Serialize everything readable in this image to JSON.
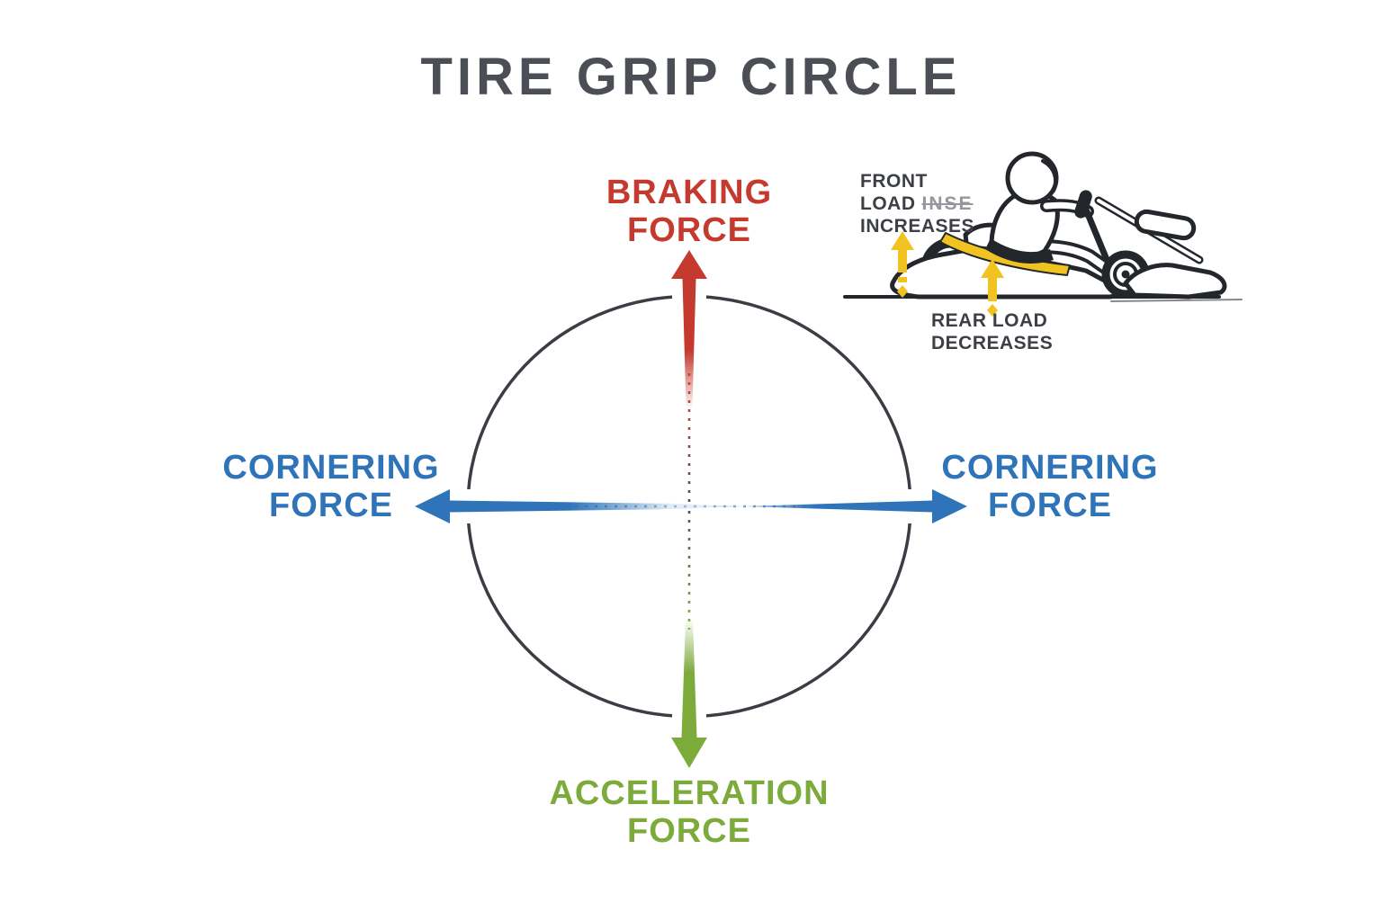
{
  "title": "TIRE GRIP CIRCLE",
  "diagram": {
    "braking": {
      "line1": "BRAKING",
      "line2": "FORCE"
    },
    "cornering_left": {
      "line1": "CORNERING",
      "line2": "FORCE"
    },
    "cornering_right": {
      "line1": "CORNERING",
      "line2": "FORCE"
    },
    "acceleration": {
      "line1": "ACCELERATION",
      "line2": "FORCE"
    }
  },
  "inset": {
    "front_load": {
      "line1": "FRONT",
      "line2": "LOAD",
      "artifact": "INSE",
      "line3": "INCREASES"
    },
    "rear_load": {
      "line1": "REAR LOAD",
      "line2": "DECREASES"
    }
  },
  "colors": {
    "title": "#4b4e54",
    "braking": "#c43a2f",
    "cornering": "#2f74b8",
    "acceleration": "#7cab3c",
    "highlight": "#f0c320",
    "line_art": "#23262b",
    "inset_text": "#3c4046",
    "circle": "#3a3d44"
  }
}
